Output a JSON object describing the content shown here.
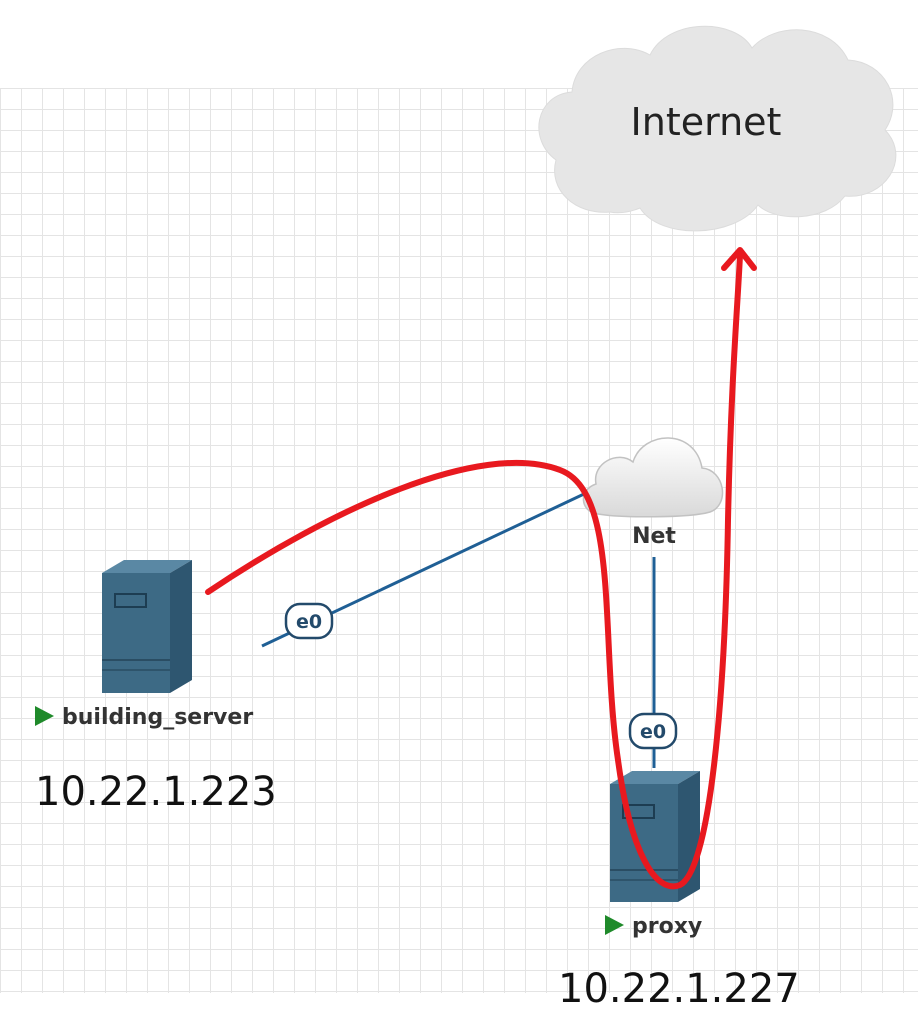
{
  "colors": {
    "link": "#1f5f95",
    "annotation": "#e8191f",
    "server_body": "#3d6a85",
    "server_side": "#2e5670",
    "running_indicator": "#1f8a2a",
    "cloud_fill": "#e6e6e6"
  },
  "clouds": {
    "internet": {
      "label": "Internet",
      "icon": "cloud-icon"
    },
    "net": {
      "label": "Net",
      "icon": "cloud-icon"
    }
  },
  "nodes": {
    "building_server": {
      "name": "building_server",
      "ip": "10.22.1.223",
      "status": "running",
      "icon": "server-icon"
    },
    "proxy": {
      "name": "proxy",
      "ip": "10.22.1.227",
      "status": "running",
      "icon": "server-icon"
    }
  },
  "links": [
    {
      "from": "building_server",
      "to": "net",
      "interface": "e0"
    },
    {
      "from": "proxy",
      "to": "net",
      "interface": "e0"
    }
  ],
  "annotation": {
    "type": "arrow-path",
    "path": [
      "building_server",
      "net",
      "proxy",
      "internet"
    ]
  }
}
